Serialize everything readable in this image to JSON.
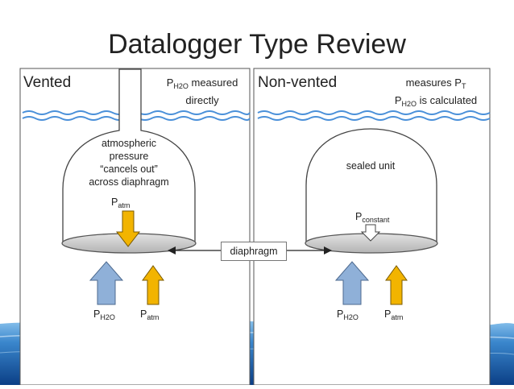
{
  "title": "Datalogger Type Review",
  "vented": {
    "heading": "Vented",
    "note_line1_main": "P",
    "note_line1_sub": "H2O",
    "note_line1_rest": " measured",
    "note_line2": "directly",
    "dome_text": [
      "atmospheric",
      "pressure",
      "“cancels out”",
      "across diaphragm"
    ],
    "inner_p_main": "P",
    "inner_p_sub": "atm",
    "bottom_left_main": "P",
    "bottom_left_sub": "H2O",
    "bottom_right_main": "P",
    "bottom_right_sub": "atm"
  },
  "nonvented": {
    "heading": "Non-vented",
    "note_line1_main": "measures P",
    "note_line1_sub": "T",
    "note_line2_main": "P",
    "note_line2_sub": "H2O",
    "note_line2_rest": " is calculated",
    "dome_text": "sealed unit",
    "inner_p_main": "P",
    "inner_p_sub": "constant",
    "bottom_left_main": "P",
    "bottom_left_sub": "H2O",
    "bottom_right_main": "P",
    "bottom_right_sub": "atm"
  },
  "shared": {
    "diaphragm_label": "diaphragm"
  },
  "colors": {
    "water_line": "#4a90d9",
    "arrow_blue": "#8fb0d8",
    "arrow_gold": "#f2b400",
    "disc_fill": "#c8c8c8",
    "water_bottom": "#1c5fa8"
  }
}
